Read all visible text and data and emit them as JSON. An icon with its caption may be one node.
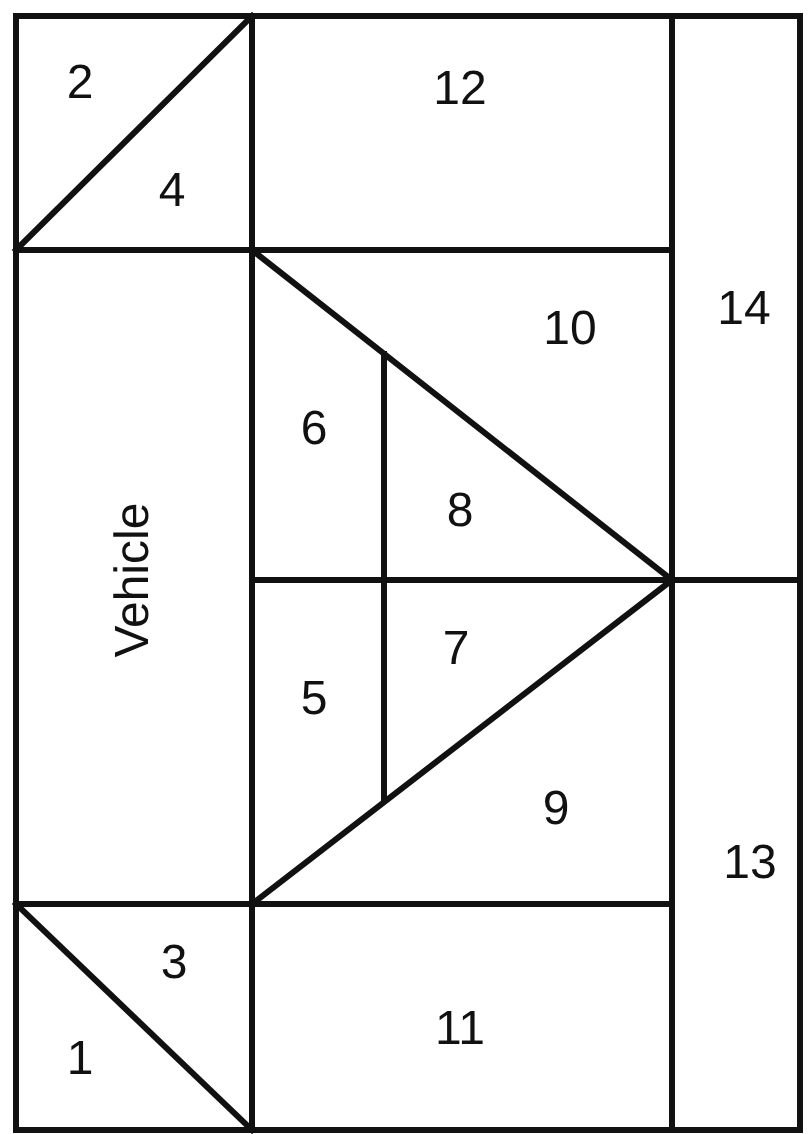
{
  "diagram": {
    "labels": [
      "2",
      "12",
      "4",
      "14",
      "10",
      "6",
      "8",
      "Vehicle",
      "7",
      "5",
      "9",
      "13",
      "3",
      "11",
      "1"
    ]
  }
}
